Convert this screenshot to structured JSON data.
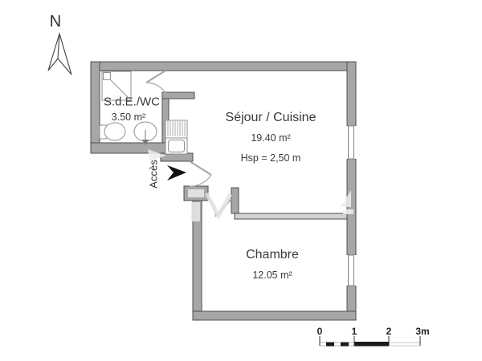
{
  "compass": {
    "label": "N"
  },
  "rooms": {
    "bathroom": {
      "name": "S.d.E./WC",
      "area": "3.50 m²"
    },
    "living": {
      "name": "Séjour / Cuisine",
      "area": "19.40 m²",
      "ceiling": "Hsp = 2,50 m"
    },
    "bedroom": {
      "name": "Chambre",
      "area": "12.05 m²"
    }
  },
  "entrance": {
    "label": "Accès"
  },
  "scale_bar": {
    "ticks": [
      "0",
      "1",
      "2",
      "3m"
    ]
  },
  "colors": {
    "wall_fill": "#a6a6a6",
    "partition_fill": "#d2d2d2",
    "wall_stroke": "#4d4d4d",
    "fixture_stroke": "#8f8f8f",
    "door_stroke": "#b3b3b3",
    "text": "#3a3a3a"
  }
}
